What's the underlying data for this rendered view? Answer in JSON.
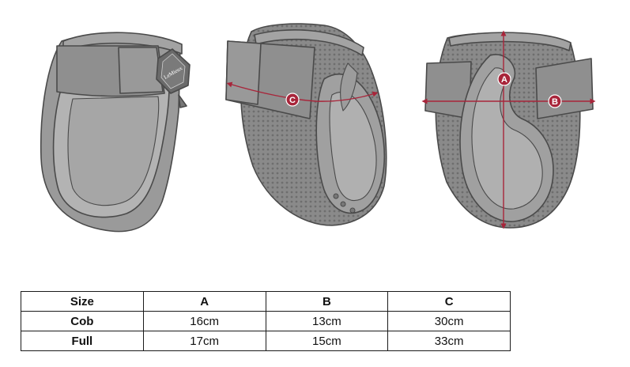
{
  "illustration": {
    "brand_text": "LeMieux",
    "markers": {
      "a": "A",
      "b": "B",
      "c": "C"
    },
    "colors": {
      "outline": "#4a4a4a",
      "strap": "#8f8f8f",
      "shell": "#9a9a9a",
      "inner": "#b3b3b3",
      "mesh": "#7d7d7d",
      "measure": "#a8253a"
    }
  },
  "size_table": {
    "headers": [
      "Size",
      "A",
      "B",
      "C"
    ],
    "rows": [
      [
        "Cob",
        "16cm",
        "13cm",
        "30cm"
      ],
      [
        "Full",
        "17cm",
        "15cm",
        "33cm"
      ]
    ]
  }
}
